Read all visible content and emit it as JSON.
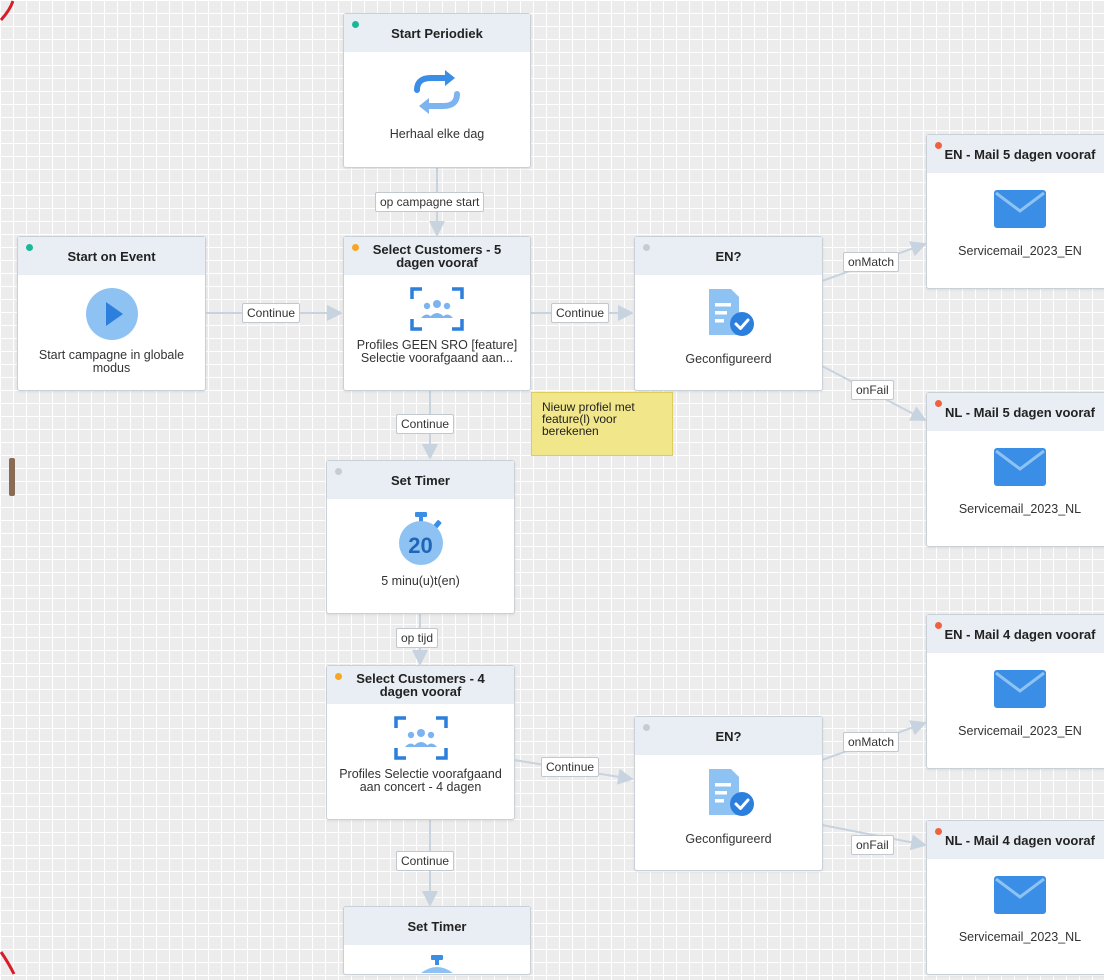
{
  "colors": {
    "dot_start": "#1bb79a",
    "dot_select": "#f5a623",
    "dot_mail": "#f0623d",
    "dot_condition": "#c6ccd3",
    "icon_blue": "#3a8ee6",
    "sticky": "#f1e68a"
  },
  "nodes": {
    "start_periodiek": {
      "title": "Start Periodiek",
      "icon": "repeat-icon",
      "text": "Herhaal elke dag"
    },
    "start_on_event": {
      "title": "Start on Event",
      "icon": "play-icon",
      "text": "Start campagne in globale modus"
    },
    "select_5": {
      "title": "Select Customers - 5 dagen vooraf",
      "icon": "group-select-icon",
      "text": "Profiles GEEN SRO [feature] Selectie voorafgaand aan..."
    },
    "en_1": {
      "title": "EN?",
      "icon": "document-check-icon",
      "text": "Geconfigureerd"
    },
    "mail_en_5": {
      "title": "EN - Mail 5 dagen vooraf",
      "icon": "mail-icon",
      "text": "Servicemail_2023_EN"
    },
    "mail_nl_5": {
      "title": "NL - Mail 5 dagen vooraf",
      "icon": "mail-icon",
      "text": "Servicemail_2023_NL"
    },
    "timer_1": {
      "title": "Set Timer",
      "icon": "stopwatch-icon",
      "timer_value": "20",
      "text": "5 minu(u)t(en)"
    },
    "select_4": {
      "title": "Select Customers - 4 dagen vooraf",
      "icon": "group-select-icon",
      "text": "Profiles Selectie voorafgaand aan concert - 4 dagen"
    },
    "en_2": {
      "title": "EN?",
      "icon": "document-check-icon",
      "text": "Geconfigureerd"
    },
    "mail_en_4": {
      "title": "EN - Mail 4 dagen vooraf",
      "icon": "mail-icon",
      "text": "Servicemail_2023_EN"
    },
    "mail_nl_4": {
      "title": "NL - Mail 4 dagen vooraf",
      "icon": "mail-icon",
      "text": "Servicemail_2023_NL"
    },
    "timer_2": {
      "title": "Set Timer",
      "icon": "stopwatch-icon"
    }
  },
  "connections": {
    "op_campagne_start": "op campagne start",
    "continue_event": "Continue",
    "continue_select5": "Continue",
    "onmatch_1": "onMatch",
    "onfail_1": "onFail",
    "continue_down_1": "Continue",
    "op_tijd": "op tijd",
    "continue_select4": "Continue",
    "onmatch_2": "onMatch",
    "onfail_2": "onFail",
    "continue_down_2": "Continue"
  },
  "sticky_note": {
    "text": "Nieuw profiel met feature(l) voor berekenen"
  }
}
